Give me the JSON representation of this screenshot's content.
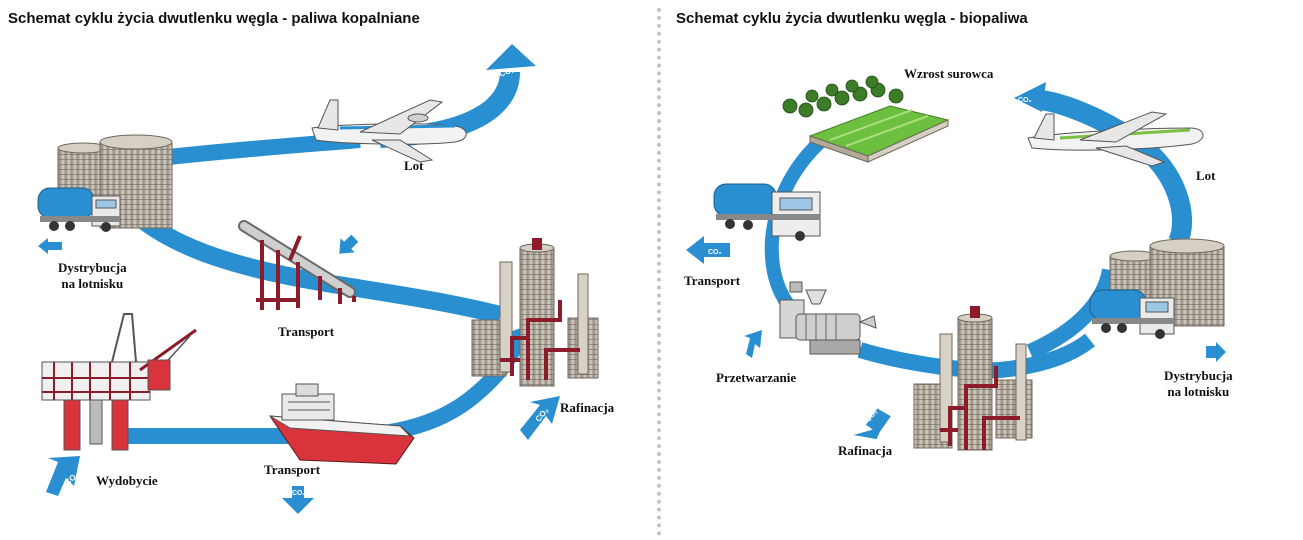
{
  "left_panel": {
    "title": "Schemat cyklu życia dwutlenku węgla - paliwa kopalniane",
    "labels": {
      "lot": "Lot",
      "dystrybucja_1": "Dystrybucja",
      "dystrybucja_2": "na lotnisku",
      "transport_pipeline": "Transport",
      "rafinacja": "Rafinacja",
      "wydobycie": "Wydobycie",
      "transport_ship": "Transport"
    }
  },
  "right_panel": {
    "title": "Schemat cyklu życia dwutlenku węgla - biopaliwa",
    "labels": {
      "wzrost": "Wzrost surowca",
      "lot": "Lot",
      "transport": "Transport",
      "przetwarzanie": "Przetwarzanie",
      "rafinacja": "Rafinacja",
      "dystrybucja_1": "Dystrybucja",
      "dystrybucja_2": "na lotnisku"
    }
  },
  "co2_label": "CO₂",
  "colors": {
    "flow_blue": "#2a8fd0",
    "tank_grey": "#b9b0a3",
    "refinery_red": "#8c1c2a",
    "ship_red": "#d9343b",
    "plane_green_accent": "#7ac143",
    "field_green": "#6cbf3f"
  }
}
